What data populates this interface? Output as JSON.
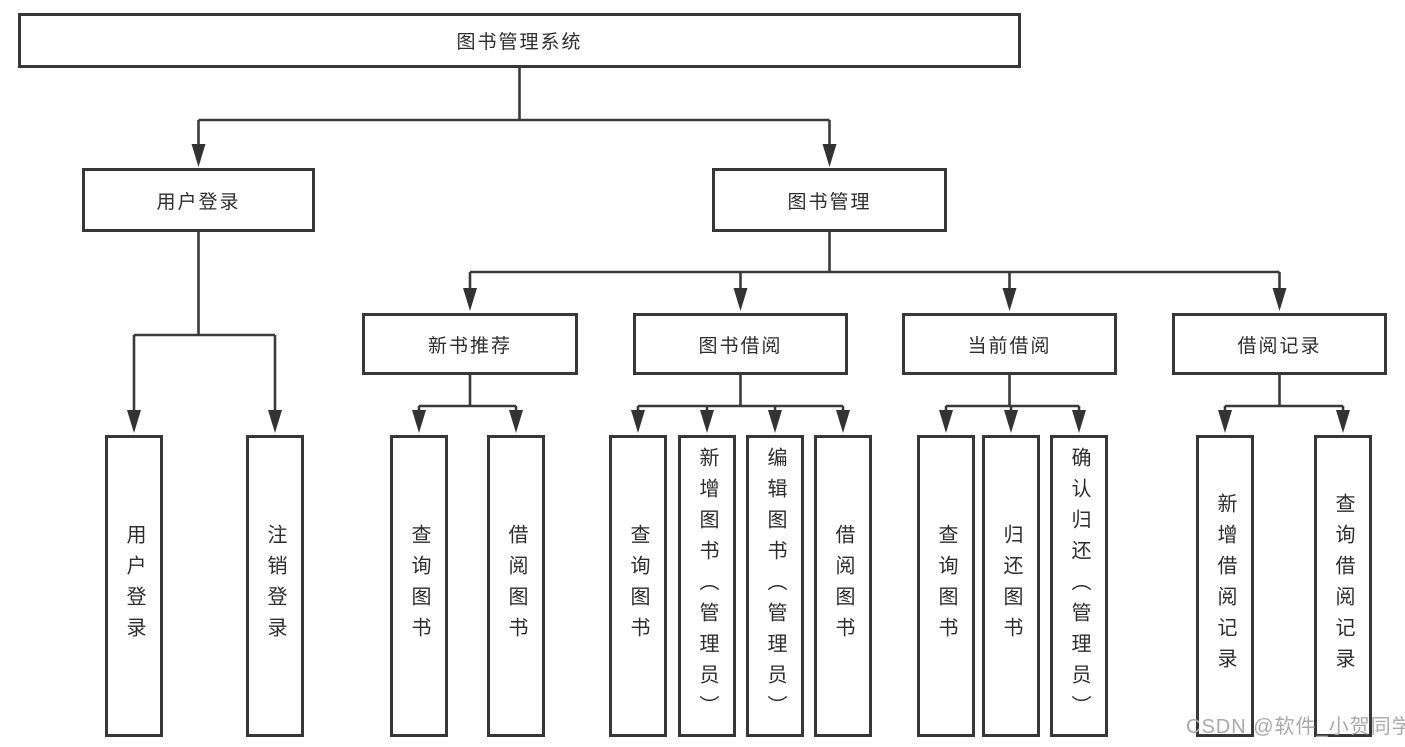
{
  "title": "图书管理系统",
  "colors": {
    "line": "#3a3a3a",
    "box_border": "#373737",
    "text": "#2d2d2d",
    "watermark": "#a9a9a9",
    "background": "#ffffff"
  },
  "tree": {
    "label": "图书管理系统",
    "children": [
      {
        "label": "用户登录",
        "children": [
          {
            "label": "用户登录"
          },
          {
            "label": "注销登录"
          }
        ]
      },
      {
        "label": "图书管理",
        "children": [
          {
            "label": "新书推荐",
            "children": [
              {
                "label": "查询图书"
              },
              {
                "label": "借阅图书"
              }
            ]
          },
          {
            "label": "图书借阅",
            "children": [
              {
                "label": "查询图书"
              },
              {
                "label": "新增图书（管理员）"
              },
              {
                "label": "编辑图书（管理员）"
              },
              {
                "label": "借阅图书"
              }
            ]
          },
          {
            "label": "当前借阅",
            "children": [
              {
                "label": "查询图书"
              },
              {
                "label": "归还图书"
              },
              {
                "label": "确认归还（管理员）"
              }
            ]
          },
          {
            "label": "借阅记录",
            "children": [
              {
                "label": "新增借阅记录"
              },
              {
                "label": "查询借阅记录"
              }
            ]
          }
        ]
      }
    ]
  },
  "watermark": {
    "text": "CSDN @软件_小贺同学"
  }
}
